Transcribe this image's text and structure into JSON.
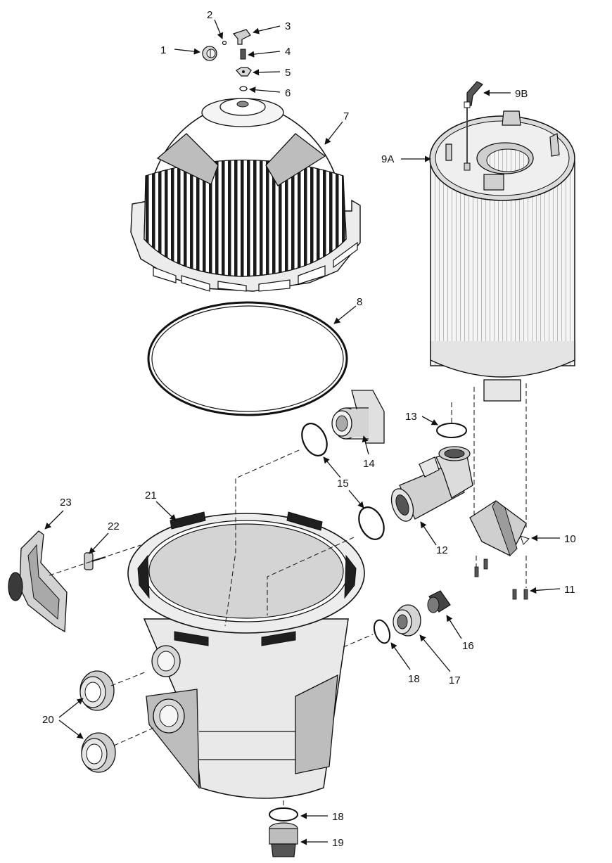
{
  "diagram": {
    "colors": {
      "ink": "#111111",
      "part_fill": "#d9d9d9",
      "dark_fill": "#3a3a3a",
      "light_fill": "#f2f2f2"
    },
    "callouts": {
      "c1": "1",
      "c2": "2",
      "c3": "3",
      "c4": "4",
      "c5": "5",
      "c6": "6",
      "c7": "7",
      "c8": "8",
      "c9a": "9A",
      "c9b": "9B",
      "c10": "10",
      "c11": "11",
      "c12": "12",
      "c13": "13",
      "c14": "14",
      "c15": "15",
      "c16": "16",
      "c17": "17",
      "c18a": "18",
      "c18b": "18",
      "c19": "19",
      "c20": "20",
      "c21": "21",
      "c22": "22",
      "c23": "23"
    }
  }
}
